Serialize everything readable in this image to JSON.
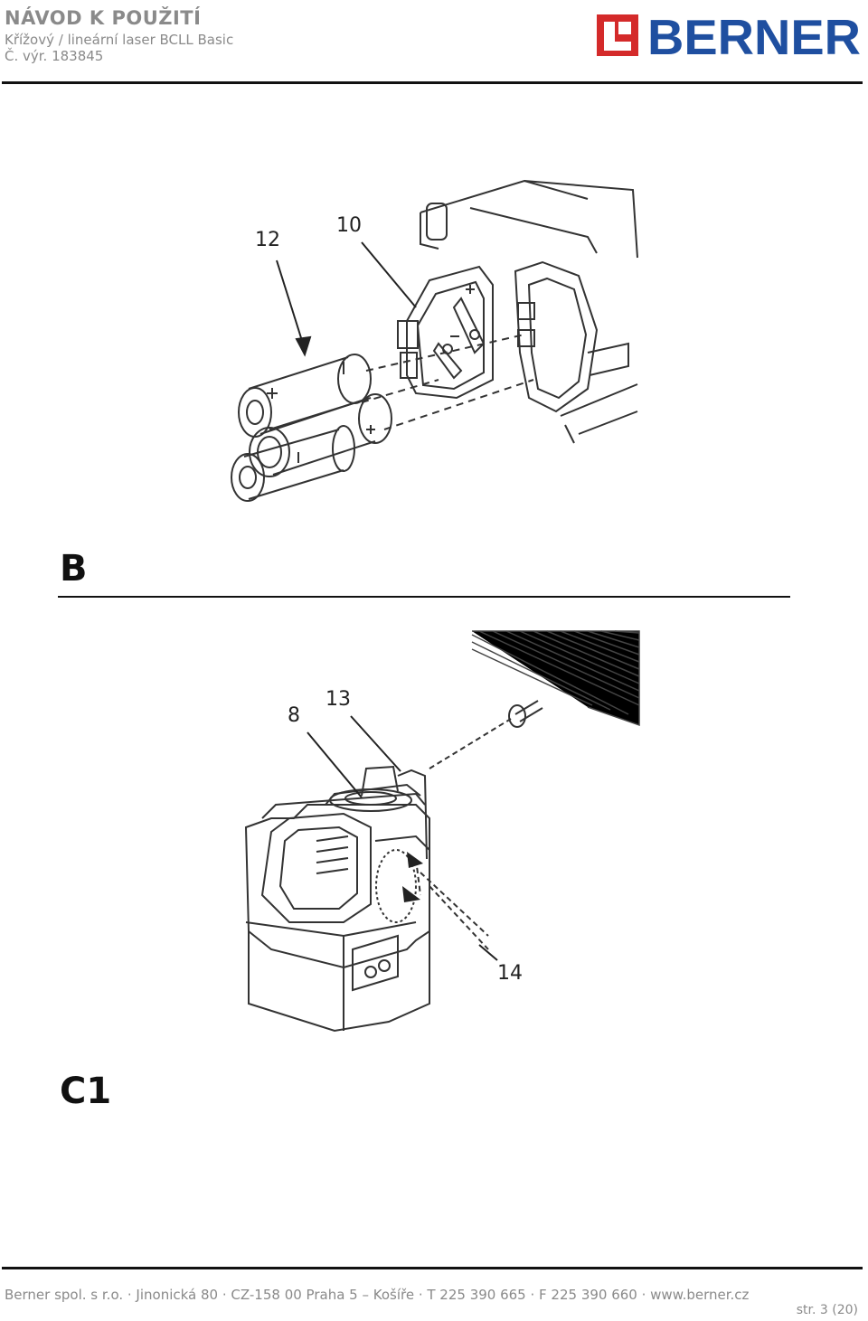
{
  "header": {
    "title": "NÁVOD K POUŽITÍ",
    "subtitle": "Křížový / lineární laser BCLL Basic",
    "article_no": "Č. výr. 183845"
  },
  "logo": {
    "text": "BERNER",
    "brand_color": "#1f4fa0",
    "mark_color": "#d42a2a"
  },
  "figure_b": {
    "label": "B",
    "callouts": [
      "12",
      "10"
    ]
  },
  "figure_c1": {
    "label": "C1",
    "callouts": [
      "8",
      "13",
      "14"
    ]
  },
  "footer": {
    "address": "Berner spol. s r.o. · Jinonická 80 · CZ-158 00 Praha 5 – Košíře · T 225 390  665 · F 225 390 660 · www.berner.cz",
    "page": "str. 3 (20)"
  }
}
